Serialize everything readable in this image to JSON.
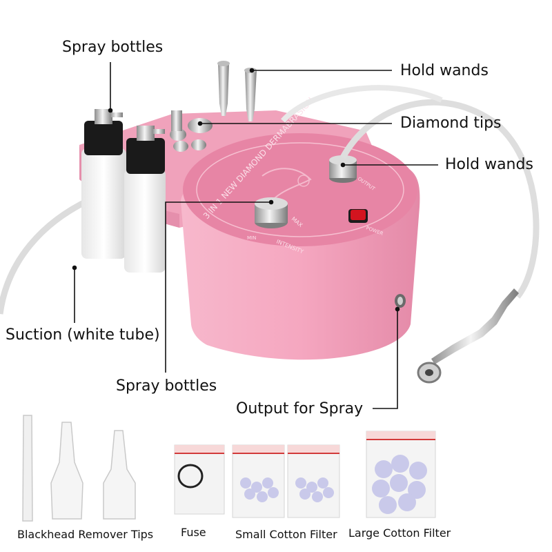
{
  "labels": {
    "spray_bottles_top": "Spray bottles",
    "hold_wands_top": "Hold wands",
    "diamond_tips": "Diamond tips",
    "hold_wands_right": "Hold wands",
    "suction": "Suction (white tube)",
    "spray_bottles_bottom": "Spray bottles",
    "output_for_spray": "Output for Spray"
  },
  "accessories": {
    "blackhead_tips": "Blackhead Remover Tips",
    "fuse": "Fuse",
    "small_filter": "Small Cotton Filter",
    "large_filter": "Large Cotton Filter"
  },
  "device": {
    "title": "3 IN 1 NEW DIAMOND DERMABRASION",
    "knob_label": "INTENSITY",
    "max_label": "MAX",
    "min_label": "MIN",
    "power_label": "POWER",
    "output_label": "OUTPUT"
  },
  "colors": {
    "body_pink": "#f3a9c1",
    "top_pink": "#e889a9",
    "power_button": "#d3141f"
  }
}
